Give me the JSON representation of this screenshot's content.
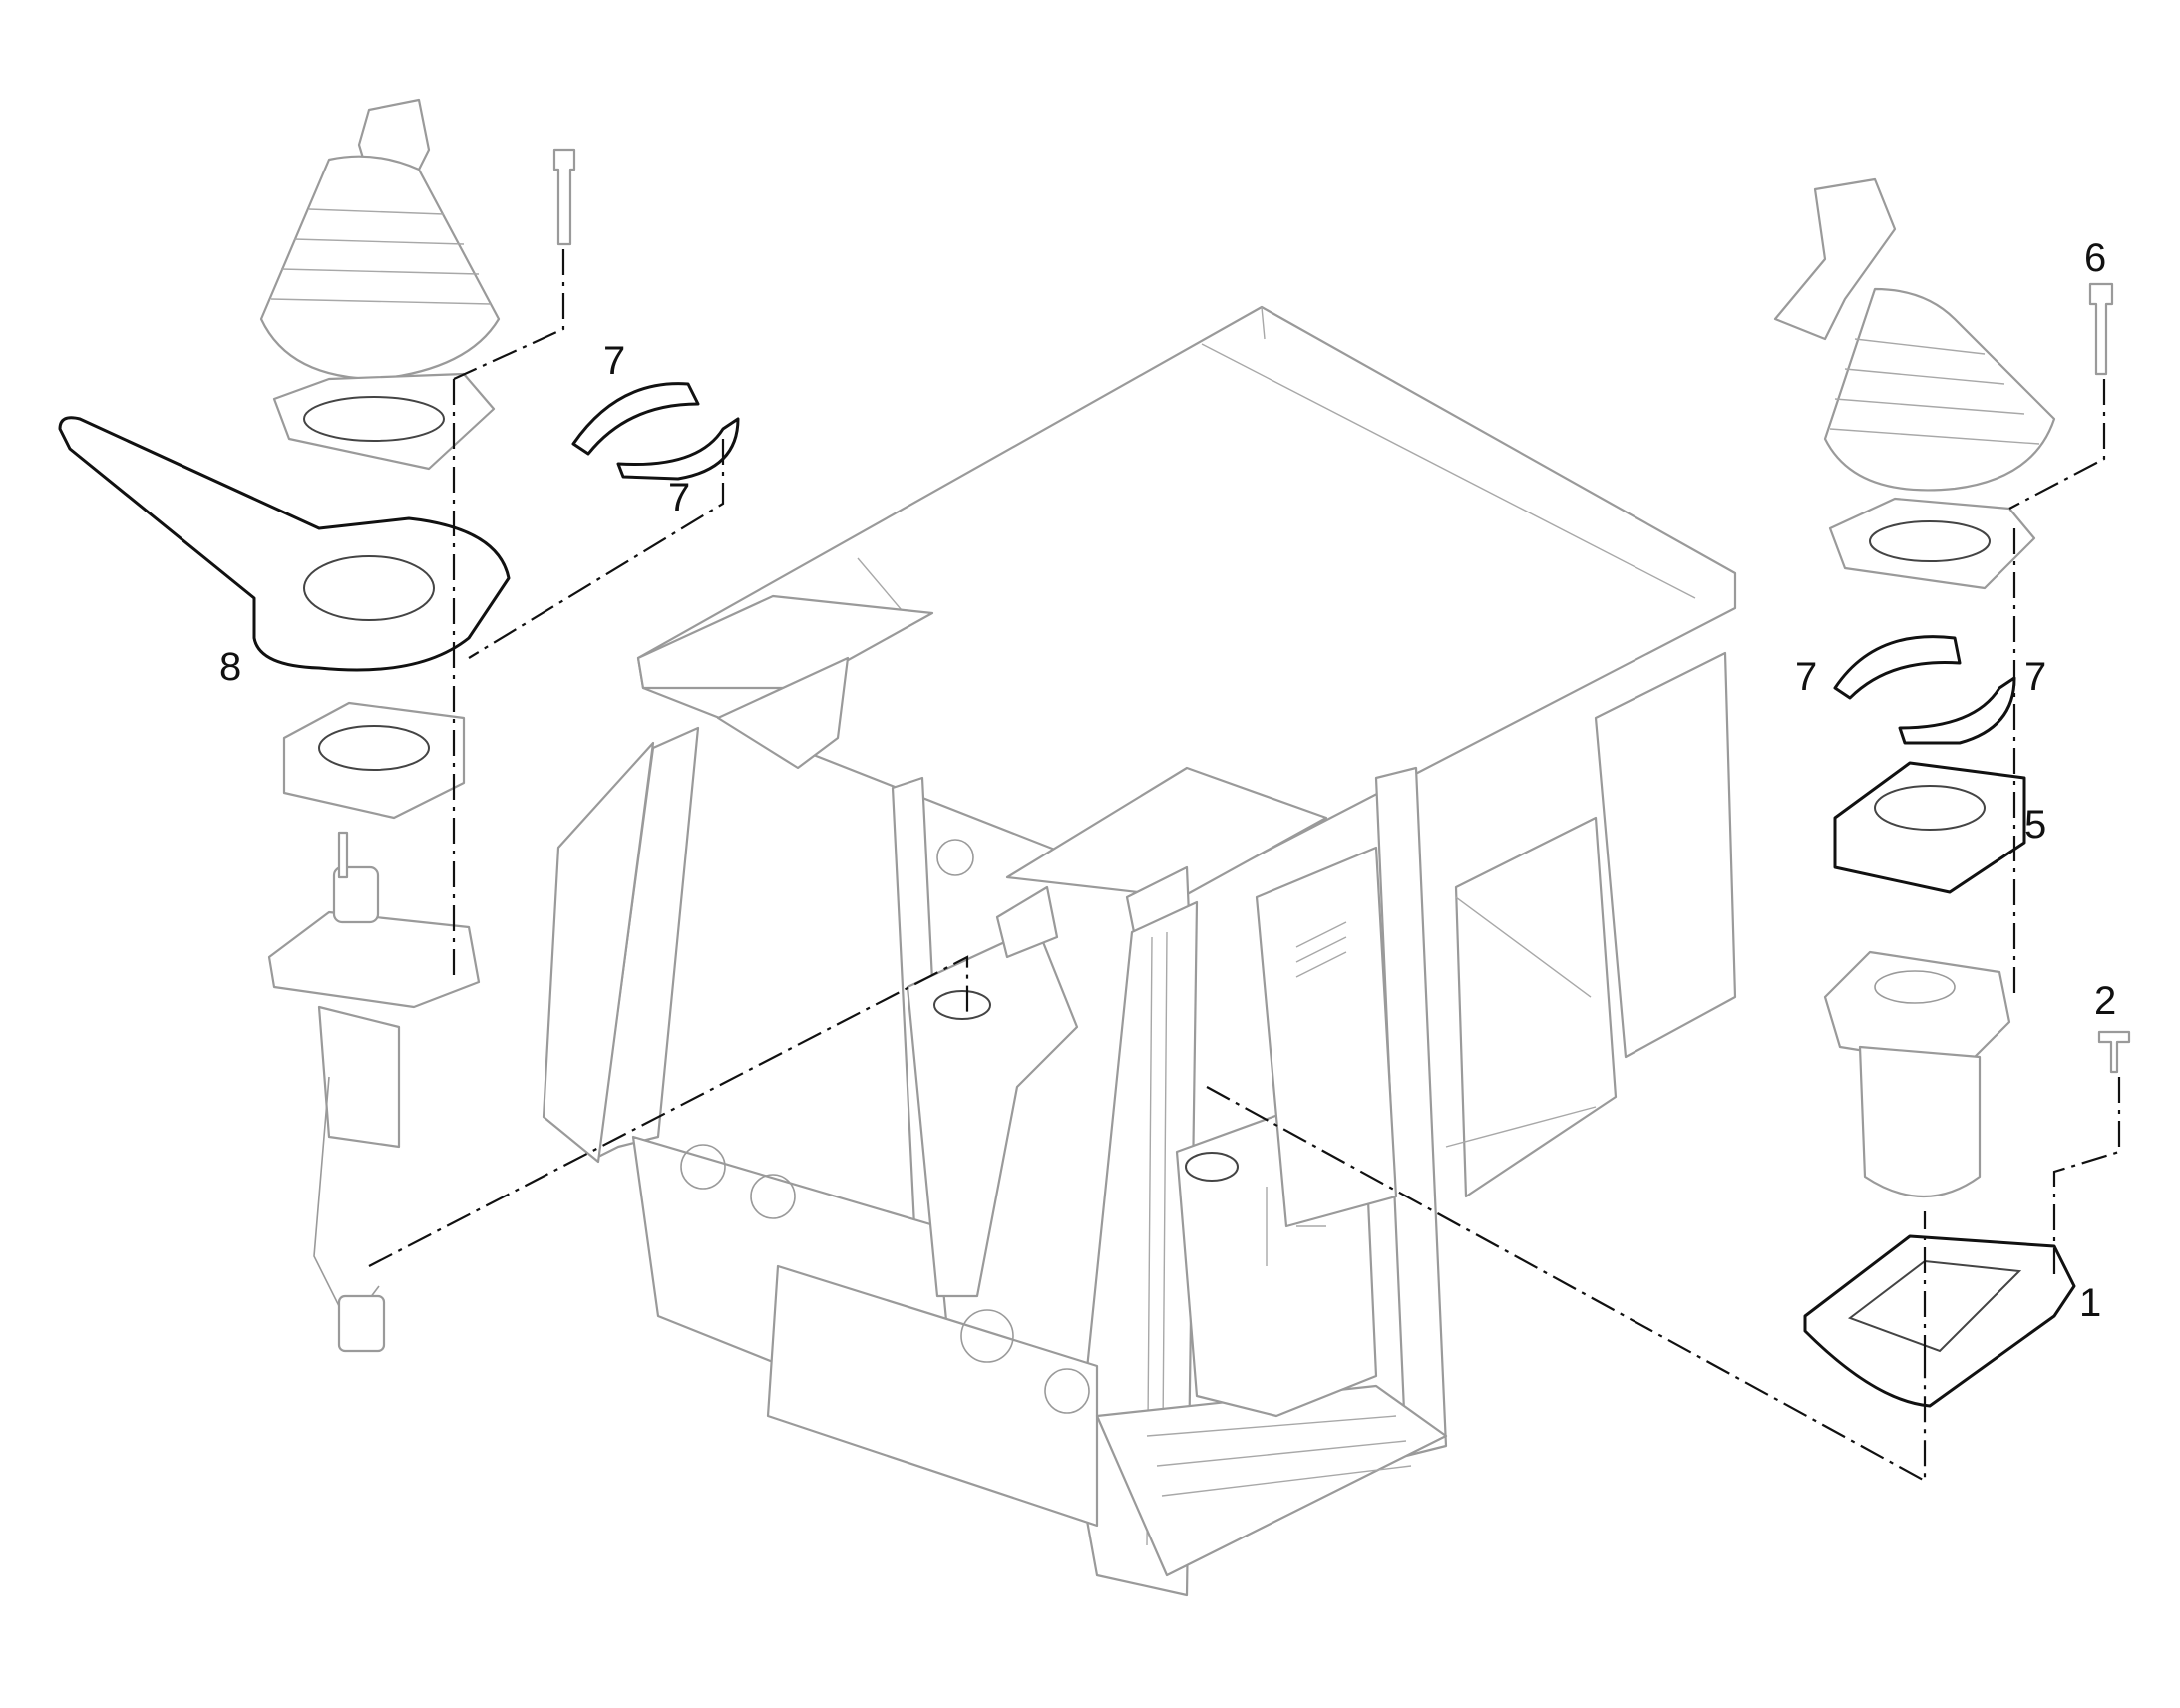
{
  "callouts": {
    "c1": "1",
    "c2": "2",
    "c5": "5",
    "c6": "6",
    "c7_left_top": "7",
    "c7_left_bottom": "7",
    "c7_right_a": "7",
    "c7_right_b": "7",
    "c8": "8"
  }
}
